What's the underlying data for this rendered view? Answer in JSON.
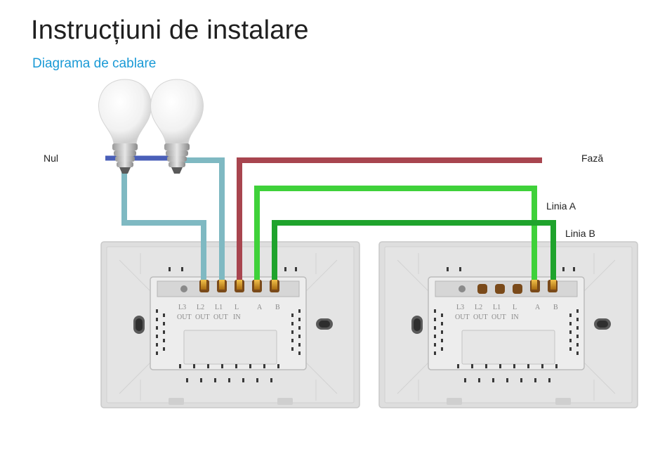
{
  "page": {
    "title": "Instrucțiuni de instalare",
    "subtitle": "Diagrama de cablare"
  },
  "wire_labels": {
    "neutral": "Nul",
    "phase": "Fază",
    "line_a": "Linia A",
    "line_b": "Linia B"
  },
  "switch_terminals": {
    "numbers": [
      "L3",
      "L2",
      "L1",
      "L",
      "A",
      "B"
    ],
    "functions": [
      "OUT",
      "OUT",
      "OUT",
      "IN"
    ]
  },
  "colors": {
    "neutral_wire": "#4a5fb8",
    "load_wire": "#7fb9c2",
    "phase_wire": "#a8454f",
    "line_a_wire": "#3fd13a",
    "line_b_wire": "#1fa32c",
    "panel": "#dcdcdc",
    "copper": "#d89a1c"
  }
}
